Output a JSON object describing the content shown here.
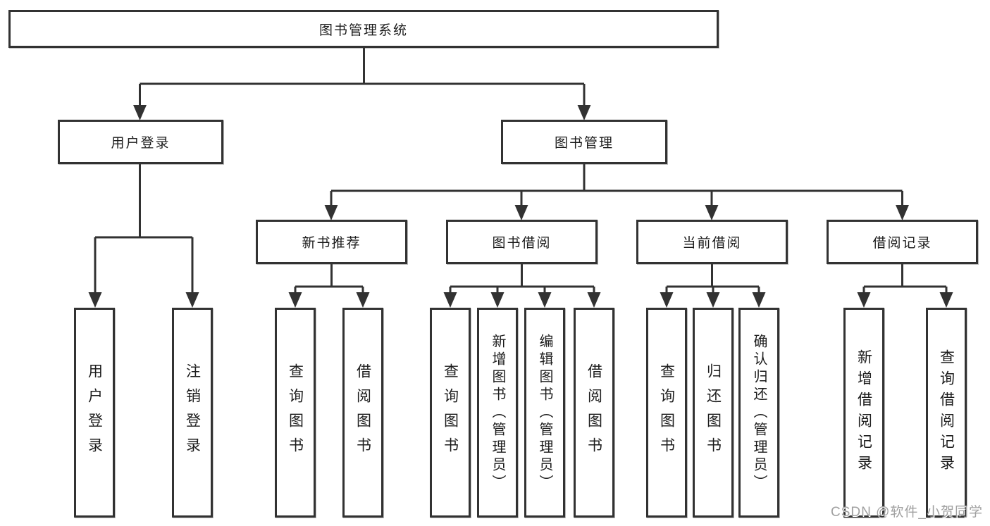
{
  "tree": {
    "label": "图书管理系统",
    "children": [
      {
        "label": "用户登录",
        "children": [
          {
            "label": "用户登录"
          },
          {
            "label": "注销登录"
          }
        ]
      },
      {
        "label": "图书管理",
        "children": [
          {
            "label": "新书推荐",
            "children": [
              {
                "label": "查询图书"
              },
              {
                "label": "借阅图书"
              }
            ]
          },
          {
            "label": "图书借阅",
            "children": [
              {
                "label": "查询图书"
              },
              {
                "label": "新增图书（管理员）"
              },
              {
                "label": "编辑图书（管理员）"
              },
              {
                "label": "借阅图书"
              }
            ]
          },
          {
            "label": "当前借阅",
            "children": [
              {
                "label": "查询图书"
              },
              {
                "label": "归还图书"
              },
              {
                "label": "确认归还（管理员）"
              }
            ]
          },
          {
            "label": "借阅记录",
            "children": [
              {
                "label": "新增借阅记录"
              },
              {
                "label": "查询借阅记录"
              }
            ]
          }
        ]
      }
    ]
  },
  "watermark": "CSDN @软件_小贺同学",
  "colors": {
    "line": "#323232",
    "box_border": "#323232",
    "text": "#1c1c1c",
    "background": "#ffffff",
    "watermark": "#a0a0a0"
  }
}
